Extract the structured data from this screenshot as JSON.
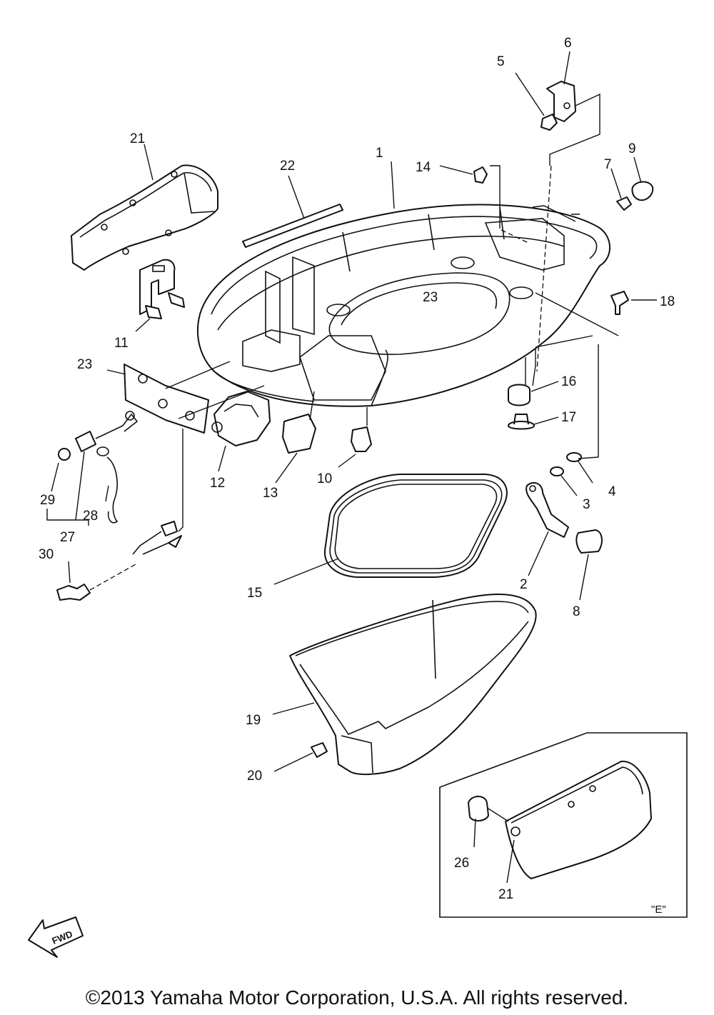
{
  "callouts": [
    {
      "key": "c1",
      "text": "1"
    },
    {
      "key": "c2",
      "text": "2"
    },
    {
      "key": "c3",
      "text": "3"
    },
    {
      "key": "c4",
      "text": "4"
    },
    {
      "key": "c5",
      "text": "5"
    },
    {
      "key": "c6",
      "text": "6"
    },
    {
      "key": "c7",
      "text": "7"
    },
    {
      "key": "c8",
      "text": "8"
    },
    {
      "key": "c9",
      "text": "9"
    },
    {
      "key": "c10",
      "text": "10"
    },
    {
      "key": "c11",
      "text": "11"
    },
    {
      "key": "c12",
      "text": "12"
    },
    {
      "key": "c13",
      "text": "13"
    },
    {
      "key": "c14",
      "text": "14"
    },
    {
      "key": "c15",
      "text": "15"
    },
    {
      "key": "c16",
      "text": "16"
    },
    {
      "key": "c17",
      "text": "17"
    },
    {
      "key": "c18",
      "text": "18"
    },
    {
      "key": "c19",
      "text": "19"
    },
    {
      "key": "c20",
      "text": "20"
    },
    {
      "key": "c21a",
      "text": "21"
    },
    {
      "key": "c21b",
      "text": "21"
    },
    {
      "key": "c22",
      "text": "22"
    },
    {
      "key": "c23a",
      "text": "23"
    },
    {
      "key": "c23b",
      "text": "23"
    },
    {
      "key": "c26",
      "text": "26"
    },
    {
      "key": "c27",
      "text": "27"
    },
    {
      "key": "c28",
      "text": "28"
    },
    {
      "key": "c29",
      "text": "29"
    },
    {
      "key": "c30",
      "text": "30"
    }
  ],
  "inset_tag": "\"E\"",
  "fwd_label": "FWD",
  "copyright": "©2013 Yamaha Motor Corporation, U.S.A. All rights reserved."
}
